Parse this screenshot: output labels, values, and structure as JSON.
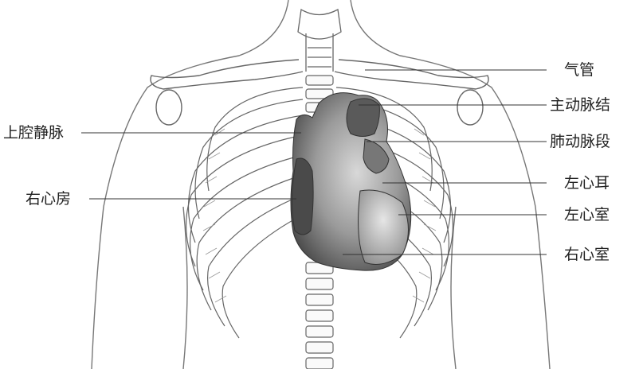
{
  "labels_left": [
    {
      "text": "上腔静脉"
    },
    {
      "text": "右心房"
    }
  ],
  "labels_right": [
    {
      "text": "气管"
    },
    {
      "text": "主动脉结"
    },
    {
      "text": "肺动脉段"
    },
    {
      "text": "左心耳"
    },
    {
      "text": "左心室"
    },
    {
      "text": "右心室"
    }
  ]
}
